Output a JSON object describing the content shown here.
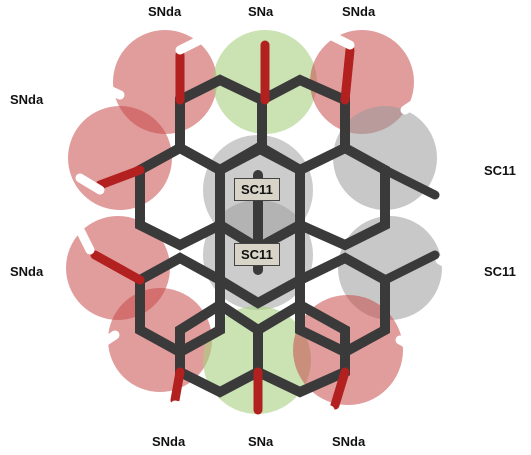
{
  "labels": {
    "top_left": "SNda",
    "top_center": "SNa",
    "top_right": "SNda",
    "upper_left": "SNda",
    "middle_left": "SNda",
    "upper_right": "SC11",
    "middle_right": "SC11",
    "bottom_left": "SNda",
    "bottom_center": "SNa",
    "bottom_right": "SNda",
    "center_upper": "SC11",
    "center_lower": "SC11"
  },
  "colors": {
    "polar_bead": "#c94a4a",
    "acceptor_bead": "#a8d080",
    "apolar_bead": "#9a9a9a",
    "bond": "#3a3a3a",
    "oxygen": "#b32020",
    "hydrogen": "#ffffff"
  }
}
